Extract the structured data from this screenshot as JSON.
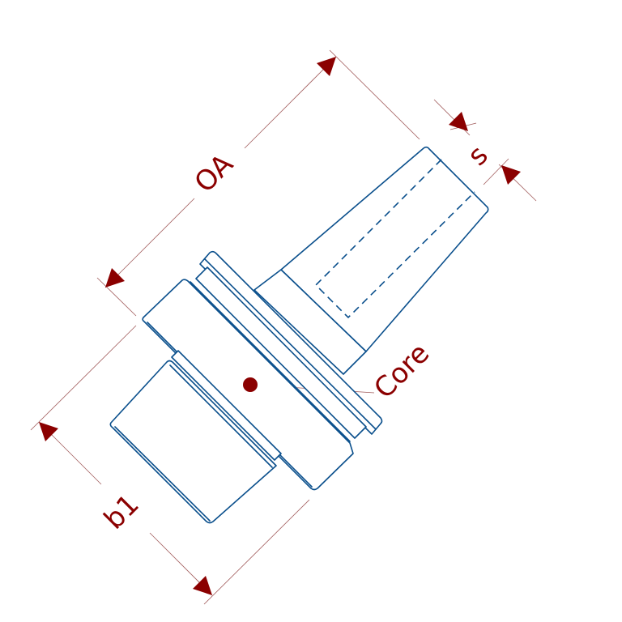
{
  "colors": {
    "part_outline": "#0a4f8c",
    "dimension": "#8b0000",
    "extension_line": "#a05a5a",
    "background": "#ffffff"
  },
  "labels": {
    "oa": "OA",
    "s": "s",
    "b1": "b1",
    "core": "Core"
  }
}
